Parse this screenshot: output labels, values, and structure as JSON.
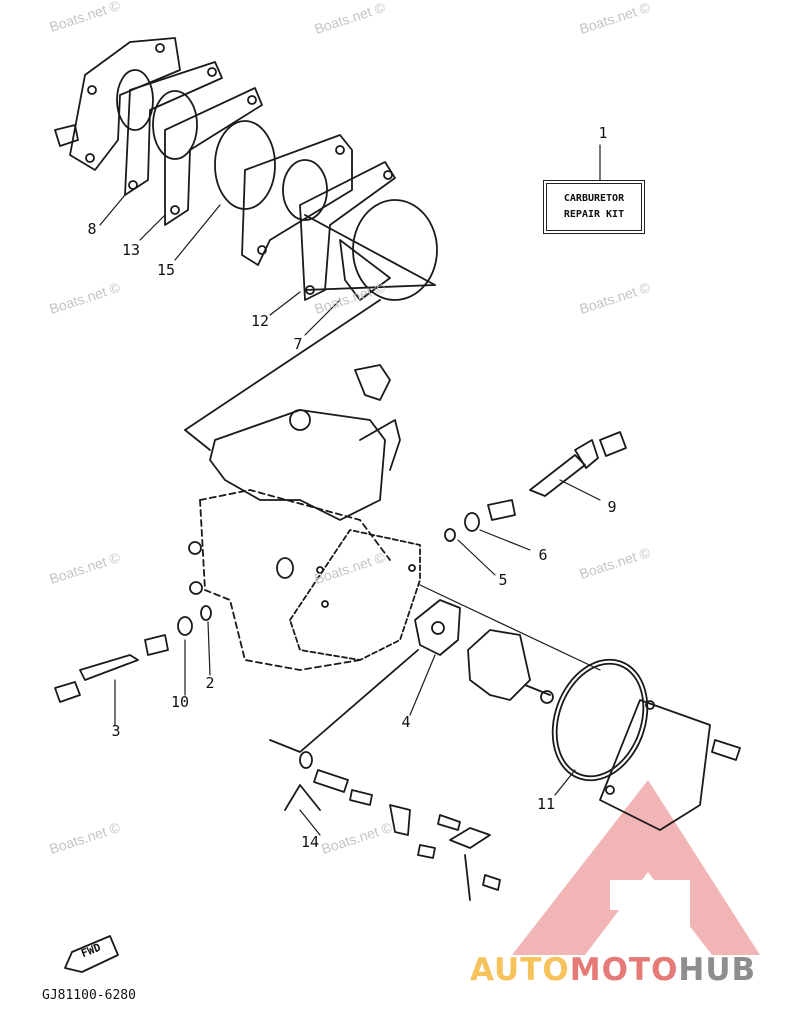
{
  "watermarks": [
    {
      "text": "Boats.net ©"
    },
    {
      "text": "Boats.net ©"
    },
    {
      "text": "Boats.net ©"
    },
    {
      "text": "Boats.net ©"
    },
    {
      "text": "Boats.net ©"
    },
    {
      "text": "Boats.net ©"
    },
    {
      "text": "Boats.net ©"
    },
    {
      "text": "Boats.net ©"
    },
    {
      "text": "Boats.net ©"
    },
    {
      "text": "Boats.net ©"
    },
    {
      "text": "Boats.net ©"
    }
  ],
  "kit_label": {
    "line1": "CARBURETOR",
    "line2": "REPAIR KIT"
  },
  "callouts": [
    "1",
    "2",
    "3",
    "4",
    "5",
    "6",
    "7",
    "8",
    "9",
    "10",
    "11",
    "12",
    "13",
    "14",
    "15"
  ],
  "fwd_label": "FWD",
  "reference_code": "GJ81100-6280",
  "brand": {
    "part1": "AUTO",
    "part2": "MOTO",
    "part3": "HUB"
  },
  "colors": {
    "line": "#1a1a1a",
    "brand_yellow": "#f6c25c",
    "brand_red": "#e57a77",
    "brand_gray": "#8e8e8e"
  }
}
